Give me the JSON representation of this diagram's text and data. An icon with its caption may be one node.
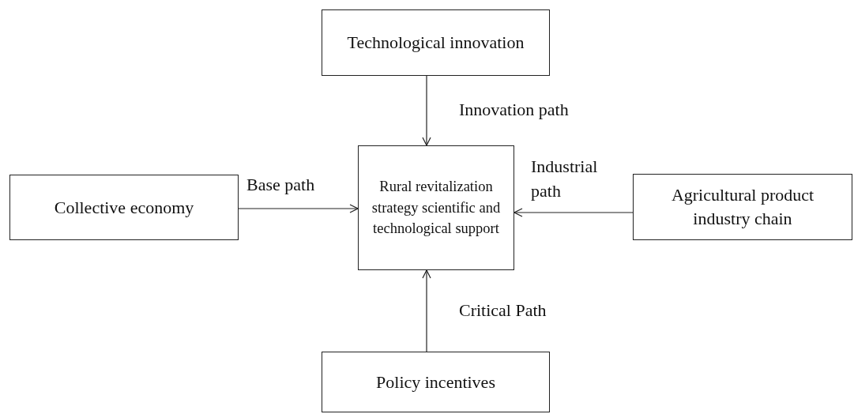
{
  "diagram": {
    "nodes": [
      {
        "text": [
          "Technological innovation"
        ]
      },
      {
        "text": [
          "Collective economy"
        ]
      },
      {
        "text": [
          "Rural revitalization strategy scientific and technological support"
        ]
      },
      {
        "text": [
          "Agricultural product industry chain"
        ]
      },
      {
        "text": [
          "Policy incentives"
        ]
      }
    ],
    "edges": [
      {
        "from": 0,
        "to": 2,
        "arrow": "to",
        "label": "Innovation path"
      },
      {
        "from": 1,
        "to": 2,
        "arrow": "to",
        "label": "Base path"
      },
      {
        "from": 3,
        "to": 2,
        "arrow": "to",
        "label": "Industrial path"
      },
      {
        "from": 4,
        "to": 2,
        "arrow": "to",
        "label": "Critical Path"
      }
    ]
  }
}
